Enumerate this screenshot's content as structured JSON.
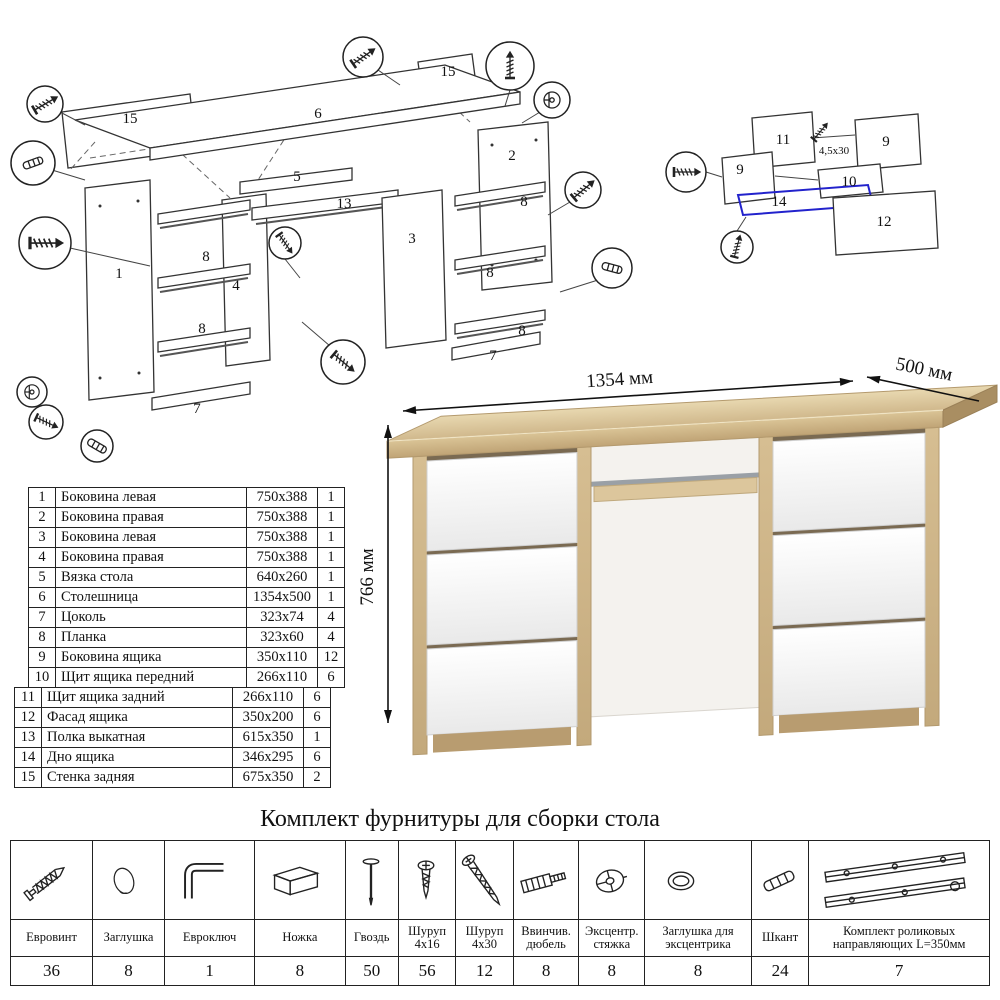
{
  "diagram": {
    "n1": "1",
    "n2": "2",
    "n3": "3",
    "n4": "4",
    "n5": "5",
    "n6": "6",
    "n7": "7",
    "n8": "8",
    "n9": "9",
    "n10": "10",
    "n11": "11",
    "n12": "12",
    "n13": "13",
    "n14": "14",
    "n15": "15",
    "screw_note": "4,5x30"
  },
  "desk": {
    "width_label": "1354 мм",
    "depth_label": "500 мм",
    "height_label": "766 мм"
  },
  "parts_table": {
    "rows": [
      {
        "num": "1",
        "name": "Боковина левая",
        "size": "750x388",
        "qty": "1"
      },
      {
        "num": "2",
        "name": "Боковина правая",
        "size": "750x388",
        "qty": "1"
      },
      {
        "num": "3",
        "name": "Боковина левая",
        "size": "750x388",
        "qty": "1"
      },
      {
        "num": "4",
        "name": "Боковина правая",
        "size": "750x388",
        "qty": "1"
      },
      {
        "num": "5",
        "name": "Вязка стола",
        "size": "640x260",
        "qty": "1"
      },
      {
        "num": "6",
        "name": "Столешница",
        "size": "1354x500",
        "qty": "1"
      },
      {
        "num": "7",
        "name": "Цоколь",
        "size": "323x74",
        "qty": "4"
      },
      {
        "num": "8",
        "name": "Планка",
        "size": "323x60",
        "qty": "4"
      },
      {
        "num": "9",
        "name": "Боковина ящика",
        "size": "350x110",
        "qty": "12"
      },
      {
        "num": "10",
        "name": "Щит ящика передний",
        "size": "266x110",
        "qty": "6"
      },
      {
        "num": "11",
        "name": "Щит ящика задний",
        "size": "266x110",
        "qty": "6"
      },
      {
        "num": "12",
        "name": "Фасад ящика",
        "size": "350x200",
        "qty": "6"
      },
      {
        "num": "13",
        "name": "Полка выкатная",
        "size": "615x350",
        "qty": "1"
      },
      {
        "num": "14",
        "name": "Дно ящика",
        "size": "346x295",
        "qty": "6"
      },
      {
        "num": "15",
        "name": "Стенка задняя",
        "size": "675x350",
        "qty": "2"
      }
    ]
  },
  "hardware": {
    "title": "Комплект фурнитуры для сборки стола",
    "items": [
      {
        "name": "Евровинт",
        "qty": "36",
        "icon": "confirmat-screw"
      },
      {
        "name": "Заглушка",
        "qty": "8",
        "icon": "cap"
      },
      {
        "name": "Евроключ",
        "qty": "1",
        "icon": "hex-key"
      },
      {
        "name": "Ножка",
        "qty": "8",
        "icon": "foot"
      },
      {
        "name": "Гвоздь",
        "qty": "50",
        "icon": "nail"
      },
      {
        "name": "Шуруп 4x16",
        "qty": "56",
        "icon": "screw-4x16"
      },
      {
        "name": "Шуруп 4x30",
        "qty": "12",
        "icon": "screw-4x30"
      },
      {
        "name": "Ввинчив. дюбель",
        "qty": "8",
        "icon": "screw-in-dowel"
      },
      {
        "name": "Эксцентр. стяжка",
        "qty": "8",
        "icon": "cam-lock"
      },
      {
        "name": "Заглушка для эксцентрика",
        "qty": "8",
        "icon": "cam-cover"
      },
      {
        "name": "Шкант",
        "qty": "24",
        "icon": "wood-dowel"
      },
      {
        "name": "Комплект роликовых направляющих L=350мм",
        "qty": "7",
        "icon": "drawer-slides"
      }
    ]
  }
}
